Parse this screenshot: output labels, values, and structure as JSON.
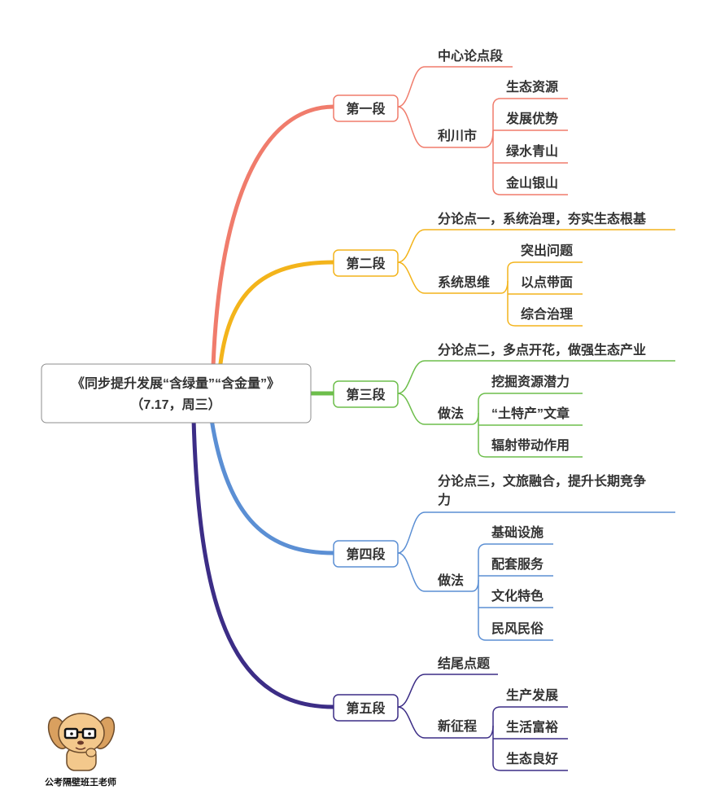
{
  "root": {
    "title": "《同步提升发展“含绿量”“含金量”》",
    "subtitle": "（7.17，周三）"
  },
  "watermark": "公考隔壁班王老师",
  "branches": [
    {
      "label": "第一段",
      "color": "#f07c6c",
      "children": [
        {
          "label": "中心论点段"
        },
        {
          "label": "利川市",
          "children": [
            "生态资源",
            "发展优势",
            "绿水青山",
            "金山银山"
          ]
        }
      ]
    },
    {
      "label": "第二段",
      "color": "#f3b41b",
      "children": [
        {
          "label": "分论点一，系统治理，夯实生态根基"
        },
        {
          "label": "系统思维",
          "children": [
            "突出问题",
            "以点带面",
            "综合治理"
          ]
        }
      ]
    },
    {
      "label": "第三段",
      "color": "#6dbe4b",
      "children": [
        {
          "label": "分论点二，多点开花，做强生态产业"
        },
        {
          "label": "做法",
          "children": [
            "挖掘资源潜力",
            "“土特产”文章",
            "辐射带动作用"
          ]
        }
      ]
    },
    {
      "label": "第四段",
      "color": "#5b8fd4",
      "children": [
        {
          "label": "分论点三，文旅融合，提升长期竞争力"
        },
        {
          "label": "做法",
          "children": [
            "基础设施",
            "配套服务",
            "文化特色",
            "民风民俗"
          ]
        }
      ]
    },
    {
      "label": "第五段",
      "color": "#3c2d86",
      "children": [
        {
          "label": "结尾点题"
        },
        {
          "label": "新征程",
          "children": [
            "生产发展",
            "生活富裕",
            "生态良好"
          ]
        }
      ]
    }
  ]
}
